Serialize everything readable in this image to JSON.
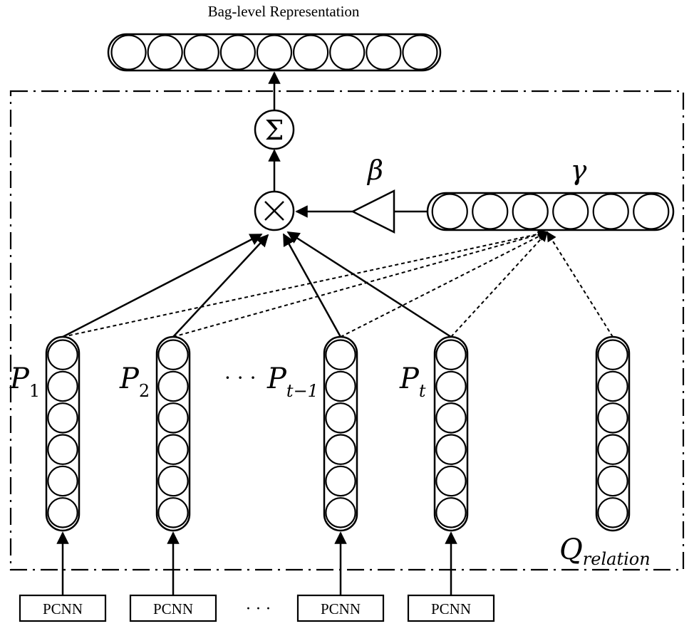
{
  "diagram": {
    "title": "Bag-level Representation",
    "sum_symbol": "Σ",
    "product_symbol": "×",
    "beta_label": "β",
    "gamma_label": "γ",
    "q_label": "Q",
    "q_subscript": "relation",
    "ellipsis": "· · ·",
    "bottom_ellipsis": "· · ·",
    "p_labels": [
      {
        "base": "P",
        "sub": "1"
      },
      {
        "base": "P",
        "sub": "2"
      },
      {
        "base": "P",
        "sub": "t−1"
      },
      {
        "base": "P",
        "sub": "t"
      }
    ],
    "encoders": [
      {
        "label": "PCNN"
      },
      {
        "label": "PCNN"
      },
      {
        "label": "PCNN"
      },
      {
        "label": "PCNN"
      }
    ]
  }
}
